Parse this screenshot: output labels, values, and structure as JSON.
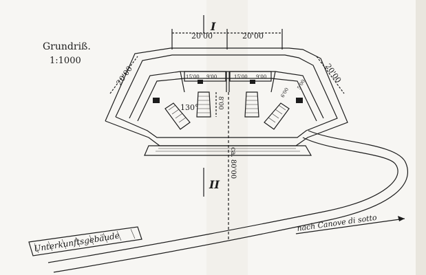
{
  "title": "Grundriß.",
  "scale": "1:1000",
  "dimensions": {
    "top_left": "20'00",
    "top_right": "20'00",
    "left_flank": "20'00",
    "right_flank": "20'00",
    "center_depth": "8'00",
    "approach": "ca. 80'00",
    "angle": "130°",
    "left_gallery": "15'00",
    "left_inner": "9'00",
    "right_inner": "15'00",
    "right_gallery": "9'00",
    "right_small": "6'00",
    "right_small2": "5'00"
  },
  "section_marks": {
    "top": "I",
    "bottom": "II"
  },
  "labels": {
    "building": "Unterkunftsgebäude",
    "road": "nach Canove di sotto"
  }
}
